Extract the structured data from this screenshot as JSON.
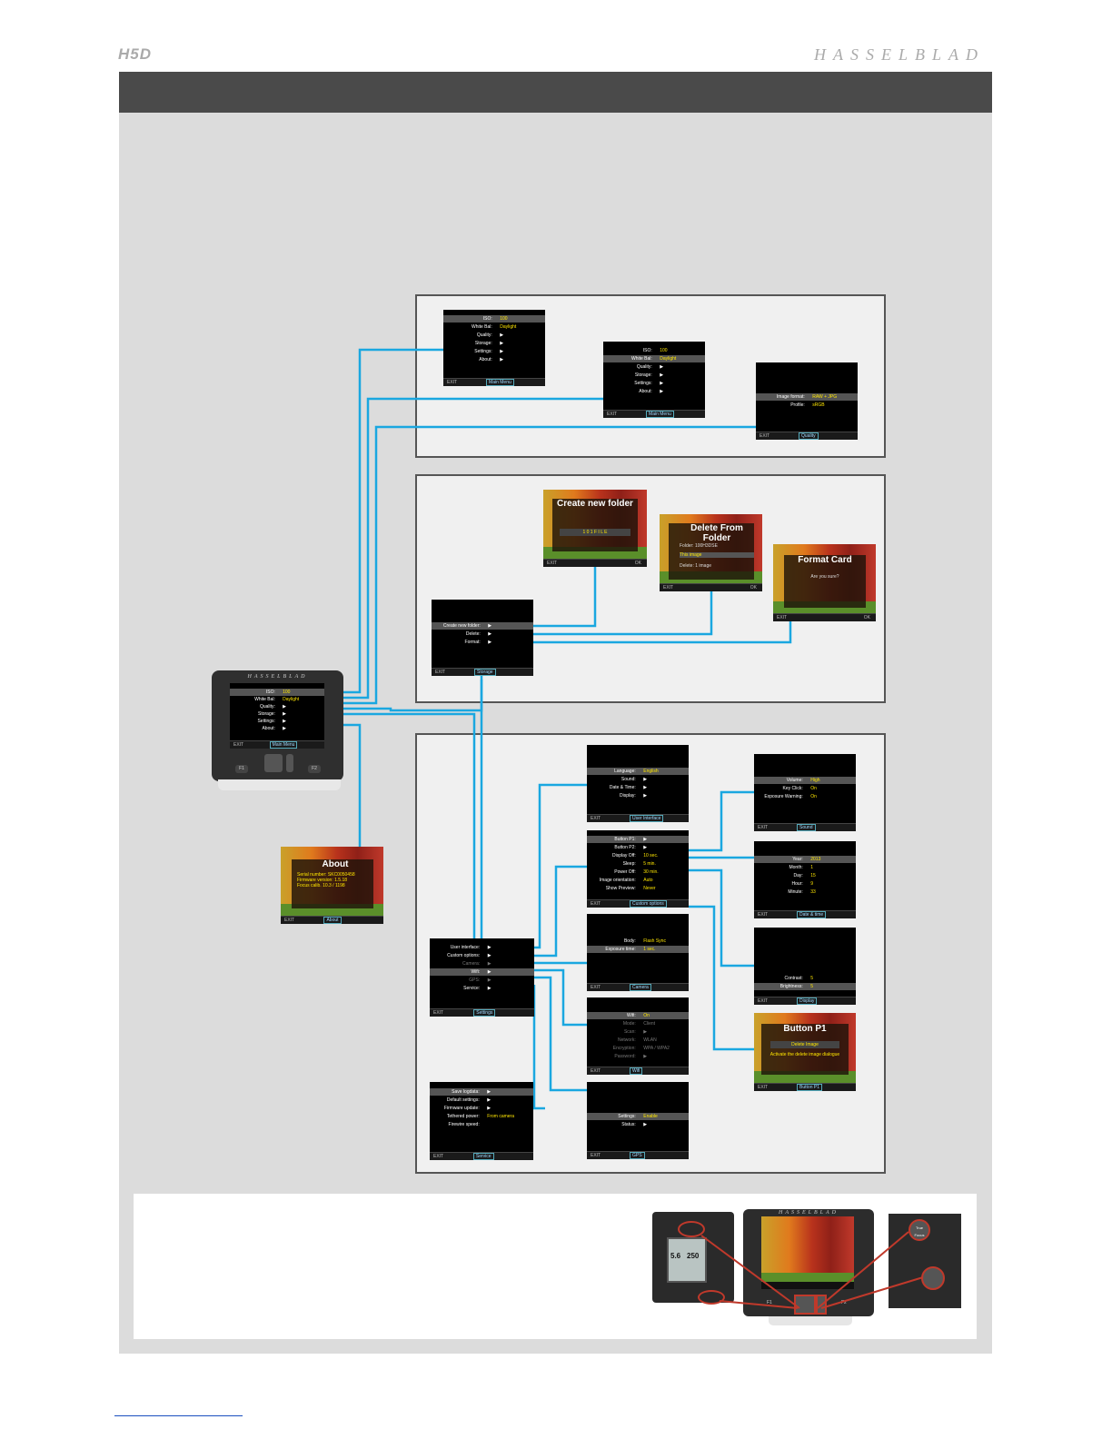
{
  "header": {
    "left_logo": "H5D",
    "right_logo": "HASSELBLAD"
  },
  "footer_labels": {
    "exit": "EXIT",
    "ok": "OK"
  },
  "main_menu_screen": {
    "rows": [
      {
        "label": "ISO:",
        "value": "100"
      },
      {
        "label": "White Bal:",
        "value": "Daylight"
      },
      {
        "label": "Quality:",
        "arrow": "▶"
      },
      {
        "label": "Storage:",
        "arrow": "▶"
      },
      {
        "label": "Settings:",
        "arrow": "▶"
      },
      {
        "label": "About:",
        "arrow": "▶"
      }
    ],
    "title": "Main Menu"
  },
  "quality_screen": {
    "rows": [
      {
        "label": "Image format:",
        "value": "RAW + JPG"
      },
      {
        "label": "Profile:",
        "value": "sRGB"
      }
    ],
    "title": "Quality"
  },
  "storage_screen": {
    "rows": [
      {
        "label": "Create new folder:",
        "arrow": "▶"
      },
      {
        "label": "Delete:",
        "arrow": "▶"
      },
      {
        "label": "Format:",
        "arrow": "▶"
      }
    ],
    "title": "Storage"
  },
  "create_folder": {
    "title": "Create new folder",
    "field": "1 0 1 F I L E"
  },
  "delete_folder": {
    "title": "Delete From Folder",
    "line1": "Folder: 100H3DSE",
    "line2": "This image",
    "line3": "Delete: 1 image"
  },
  "format_card": {
    "title": "Format Card",
    "question": "Are you sure?"
  },
  "about": {
    "title": "About",
    "line1": "Serial number: SKC0050458",
    "line2": "Firmware version: 1.5.18",
    "line3": "Focus calib. 10.3 / 1198",
    "footer": "About"
  },
  "settings_screen": {
    "rows": [
      {
        "label": "User interface:",
        "arrow": "▶"
      },
      {
        "label": "Custom options:",
        "arrow": "▶"
      },
      {
        "label": "Camera:",
        "arrow": "▶"
      },
      {
        "label": "Wifi:",
        "arrow": "▶"
      },
      {
        "label": "GPS:",
        "arrow": "▶"
      },
      {
        "label": "Service:",
        "arrow": "▶"
      }
    ],
    "title": "Settings"
  },
  "user_interface_screen": {
    "rows": [
      {
        "label": "Language:",
        "value": "English"
      },
      {
        "label": "Sound:",
        "arrow": "▶"
      },
      {
        "label": "Date & Time:",
        "arrow": "▶"
      },
      {
        "label": "Display:",
        "arrow": "▶"
      }
    ],
    "title": "User Interface"
  },
  "custom_options_screen": {
    "rows": [
      {
        "label": "Button P1:",
        "arrow": "▶"
      },
      {
        "label": "Button P2:",
        "arrow": "▶"
      },
      {
        "label": "Display Off:",
        "value": "10 sec."
      },
      {
        "label": "Sleep:",
        "value": "5 min."
      },
      {
        "label": "Power Off:",
        "value": "30 min."
      },
      {
        "label": "Image orientation:",
        "value": "Auto"
      },
      {
        "label": "Show Preview:",
        "value": "Never"
      }
    ],
    "title": "Custom options"
  },
  "camera_screen": {
    "rows": [
      {
        "label": "Body:",
        "value": "Flash Sync"
      },
      {
        "label": "Exposure time:",
        "value": "1 sec."
      }
    ],
    "title": "Camera"
  },
  "wifi_screen": {
    "rows": [
      {
        "label": "Wifi:",
        "value": "On"
      },
      {
        "label": "Mode:",
        "value": "Client"
      },
      {
        "label": "Scan:",
        "arrow": "▶"
      },
      {
        "label": "Network:",
        "value": "WLAN"
      },
      {
        "label": "Encryption:",
        "value": "WPA / WPA2"
      },
      {
        "label": "Password:",
        "arrow": "▶"
      }
    ],
    "title": "Wifi"
  },
  "gps_screen": {
    "rows": [
      {
        "label": "Settings:",
        "value": "Enable"
      },
      {
        "label": "Status:",
        "arrow": "▶"
      }
    ],
    "title": "GPS"
  },
  "service_screen": {
    "rows": [
      {
        "label": "Save logdata:",
        "arrow": "▶"
      },
      {
        "label": "Default settings:",
        "arrow": "▶"
      },
      {
        "label": "Firmware update:",
        "arrow": "▶"
      },
      {
        "label": "Tethered power:",
        "value": "From camera"
      },
      {
        "label": "Firewire speed:",
        "value": ""
      }
    ],
    "title": "Service"
  },
  "sound_screen": {
    "rows": [
      {
        "label": "Volume:",
        "value": "High"
      },
      {
        "label": "Key Click:",
        "value": "On"
      },
      {
        "label": "Exposure Warning:",
        "value": "On"
      }
    ],
    "title": "Sound"
  },
  "date_time_screen": {
    "rows": [
      {
        "label": "Year:",
        "value": "2013"
      },
      {
        "label": "Month:",
        "value": "1"
      },
      {
        "label": "Day:",
        "value": "15"
      },
      {
        "label": "Hour:",
        "value": "9"
      },
      {
        "label": "Minute:",
        "value": "33"
      }
    ],
    "title": "Date & time"
  },
  "display_screen": {
    "rows": [
      {
        "label": "Contrast:",
        "value": "5"
      },
      {
        "label": "Brightness:",
        "value": "5"
      }
    ],
    "title": "Display"
  },
  "button_p1": {
    "title": "Button P1",
    "field": "Delete Image",
    "desc": "Activate the delete image dialogue",
    "footer": "Button P1"
  },
  "camera_body": {
    "brand": "HASSELBLAD",
    "f1": "F1",
    "f2": "F2"
  },
  "bottom_photo": {
    "brand": "HASSELBLAD",
    "grip_value1": "5.6",
    "grip_value2": "250",
    "side_label": "True Focus",
    "f1": "F1",
    "f2": "F2"
  },
  "colors": {
    "connector": "#1aa7e0",
    "highlight_value": "#ffe600",
    "banner": "#4a4a4a",
    "panel": "#dcdcdc"
  }
}
